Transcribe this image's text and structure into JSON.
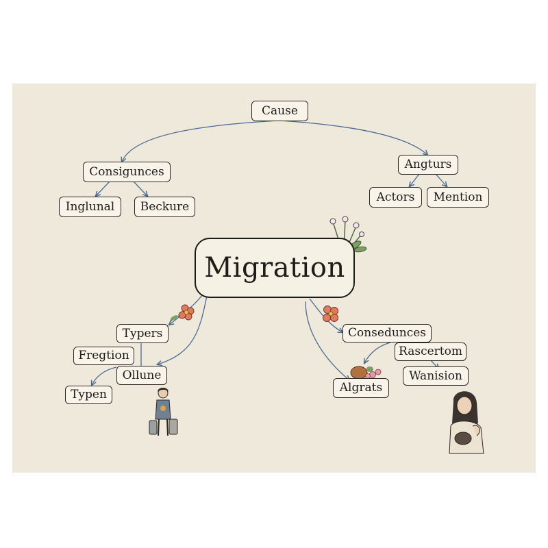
{
  "center": {
    "label": "Migration"
  },
  "top": {
    "cause": "Cause"
  },
  "left_branch": {
    "consequences": "Consigunces",
    "children": [
      "Inglunal",
      "Beckure"
    ]
  },
  "right_branch": {
    "angturs": "Angturs",
    "children": [
      "Actors",
      "Mention"
    ]
  },
  "lower_left": {
    "typers": "Typers",
    "fregtion": "Fregtion",
    "ollune": "Ollune",
    "typen": "Typen"
  },
  "lower_right": {
    "consedunces": "Consedunces",
    "rascertom": "Rascertom",
    "wanision": "Wanision",
    "algrats": "Algrats"
  },
  "colors": {
    "background": "#efe9dc",
    "node_fill": "#f8f4ea",
    "node_border": "#2a2722",
    "edge": "#4a6a93"
  },
  "icons": [
    "flower-cluster-icon",
    "red-flower-icon",
    "traveler-with-luggage-icon",
    "woman-with-pet-icon",
    "basket-of-flowers-icon"
  ]
}
